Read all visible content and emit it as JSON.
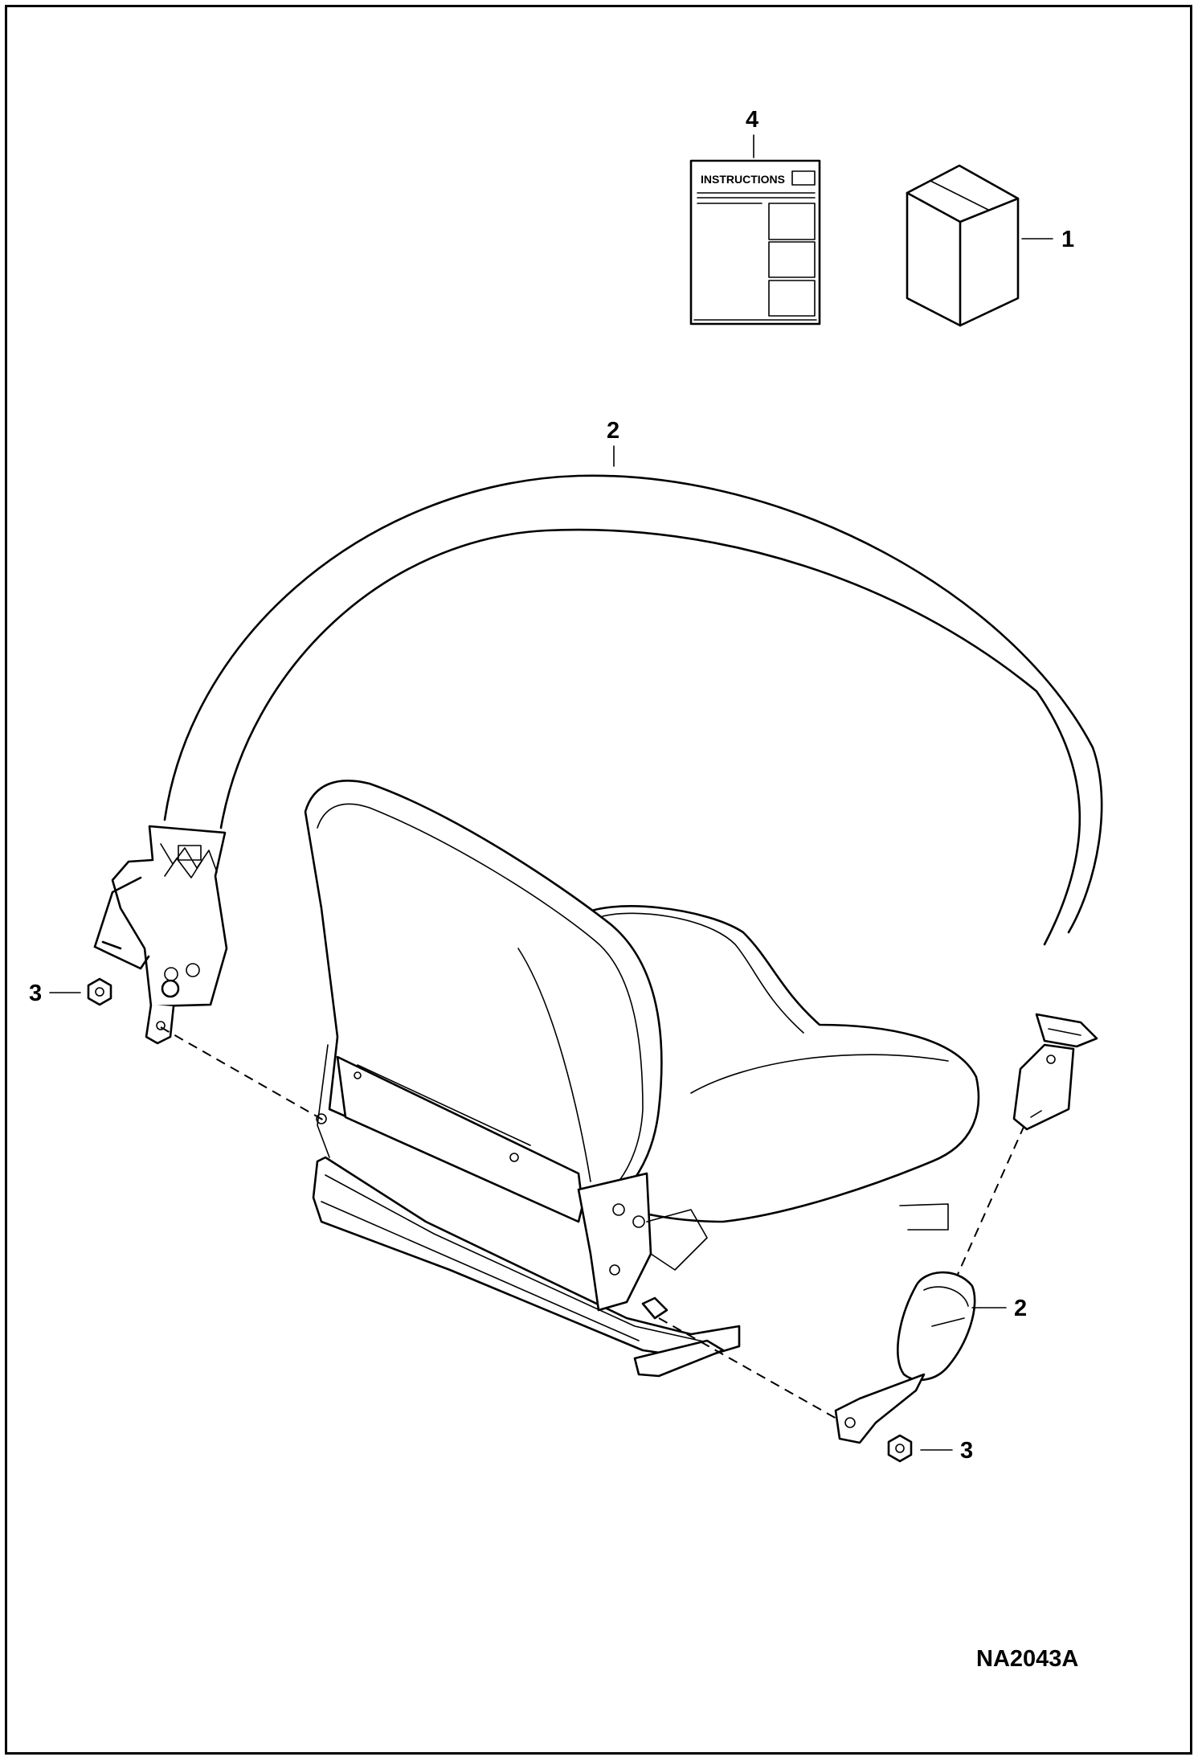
{
  "diagram": {
    "instructions_label": "INSTRUCTIONS",
    "figure_id": "NA2043A",
    "callouts": {
      "instructions": "4",
      "box": "1",
      "belt_top": "2",
      "buckle": "2",
      "nut_left": "3",
      "nut_right": "3"
    }
  }
}
